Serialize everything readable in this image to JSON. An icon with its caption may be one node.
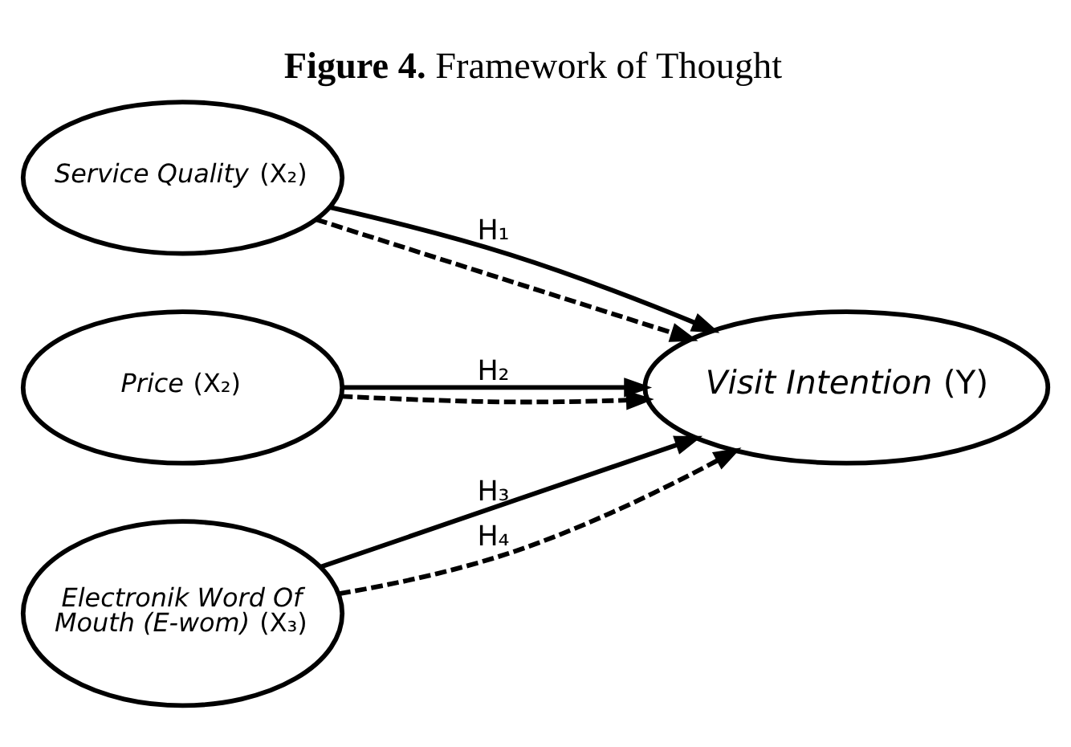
{
  "diagram": {
    "title": "**Figure 4.** Framework of Thought",
    "nodes": [
      {
        "text": [
          "*Service Quality* (X₂)"
        ]
      },
      {
        "text": [
          "*Price* (X₂)"
        ]
      },
      {
        "text": [
          "*Electronik Word Of Mouth (E-wom)* (X₃)"
        ]
      },
      {
        "text": [
          "*Visit Intention* (Y)"
        ]
      }
    ],
    "edges": [
      {
        "from": 0,
        "to": 3,
        "arrow": "to",
        "label": "H₁"
      },
      {
        "from": 1,
        "to": 3,
        "arrow": "to",
        "label": "H₂"
      },
      {
        "from": 2,
        "to": 3,
        "arrow": "to",
        "label": "H₃"
      },
      {
        "from": 0,
        "to": 3,
        "arrow": "to",
        "style": "dashed"
      },
      {
        "from": 1,
        "to": 3,
        "arrow": "to",
        "style": "dashed"
      },
      {
        "from": 2,
        "to": 3,
        "arrow": "to",
        "style": "dashed",
        "label": "H₄"
      }
    ]
  }
}
